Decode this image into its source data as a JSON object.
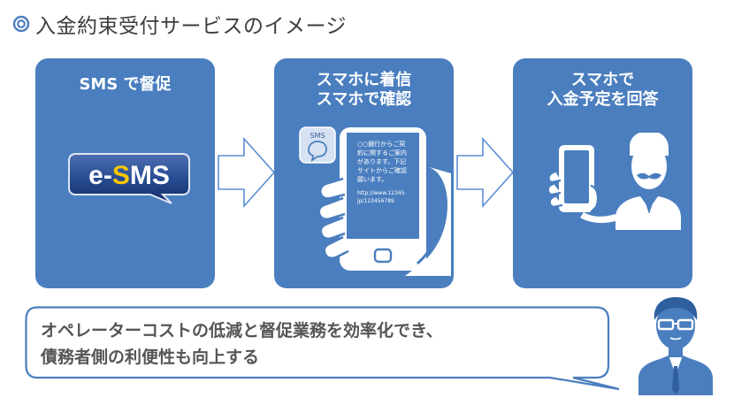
{
  "header": {
    "title": "入金約束受付サービスのイメージ",
    "bullet_icon": "double-circle-icon"
  },
  "panels": [
    {
      "title_lines": [
        "SMS で督促"
      ],
      "logo_text": [
        "e-",
        "S",
        "MS"
      ]
    },
    {
      "title_lines": [
        "スマホに着信",
        "スマホで確認"
      ],
      "bubble_label": "SMS",
      "phone_lines": [
        "○○銀行からご契",
        "約に関するご案内",
        "があります。下記",
        "サイトからご確認",
        "願います。"
      ],
      "phone_url_lines": [
        "http://www.12345.",
        "jp/123456789"
      ]
    },
    {
      "title_lines": [
        "スマホで",
        "入金予定を回答"
      ]
    }
  ],
  "message": {
    "lines": [
      "オペレーターコストの低減と督促業務を効率化でき、",
      "債務者側の利便性も向上する"
    ]
  },
  "colors": {
    "panel": "#4a7ebf",
    "arrow_outline": "#5b8ed6",
    "logo_accent": "#f7c600"
  }
}
